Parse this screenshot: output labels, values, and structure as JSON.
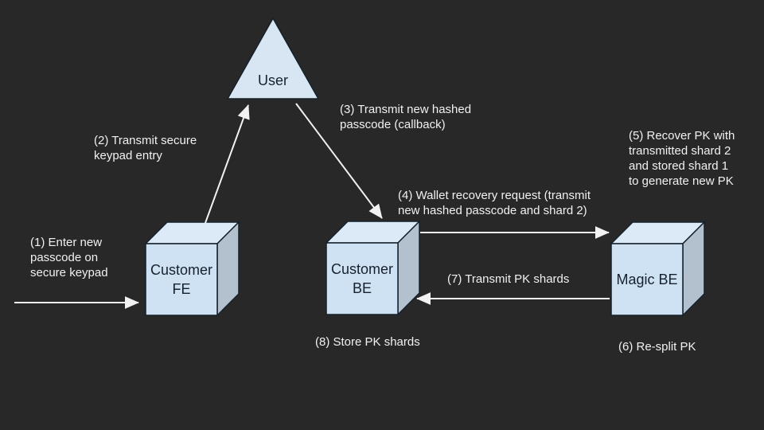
{
  "title": "Wallet recovery flow diagram",
  "colors": {
    "bg": "#282828",
    "cube_front": "#cfe2f3",
    "cube_top": "#dce9f6",
    "cube_side": "#b3c1cf",
    "triangle_fill": "#d8e6f4",
    "shape_stroke": "#15202b",
    "arrow": "#f2f2f2",
    "label_text": "#f1f1f1",
    "node_text": "#17212e"
  },
  "nodes": {
    "user": {
      "label": "User",
      "shape": "triangle"
    },
    "customer_fe": {
      "label": "Customer\nFE",
      "shape": "cube"
    },
    "customer_be": {
      "label": "Customer\nBE",
      "shape": "cube"
    },
    "magic_be": {
      "label": "Magic BE",
      "shape": "cube"
    }
  },
  "annotations": {
    "step1": "(1) Enter new\npasscode on\nsecure keypad",
    "step2": "(2) Transmit secure\nkeypad entry",
    "step3": "(3) Transmit new hashed\npasscode (callback)",
    "step4": "(4) Wallet recovery request (transmit\nnew hashed passcode and shard 2)",
    "step5": "(5) Recover PK with\ntransmitted shard 2\nand stored shard 1\nto generate new PK",
    "step6": "(6) Re-split PK",
    "step7": "(7) Transmit PK shards",
    "step8": "(8) Store PK shards"
  },
  "arrows": [
    {
      "step": 1,
      "from": "offscreen-left",
      "to": "customer_fe",
      "direction": "right"
    },
    {
      "step": 2,
      "from": "customer_fe",
      "to": "user",
      "direction": "up-right"
    },
    {
      "step": 3,
      "from": "user",
      "to": "customer_be",
      "direction": "down-right"
    },
    {
      "step": 4,
      "from": "customer_be",
      "to": "magic_be",
      "direction": "right"
    },
    {
      "step": 7,
      "from": "magic_be",
      "to": "customer_be",
      "direction": "left"
    }
  ]
}
